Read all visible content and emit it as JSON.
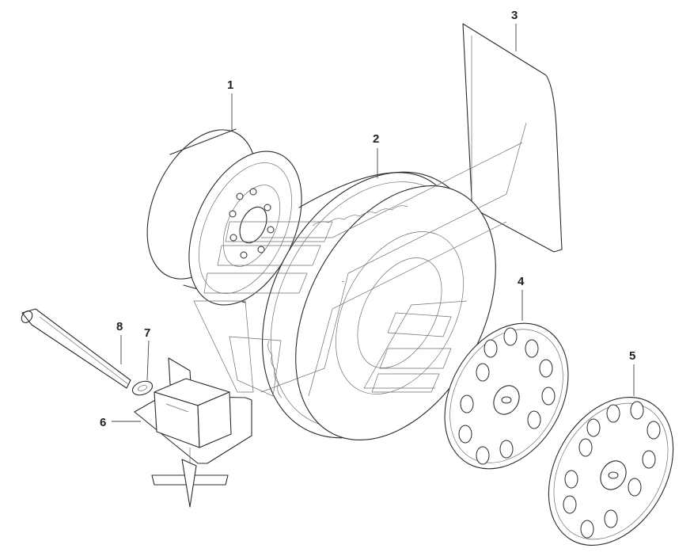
{
  "callouts": [
    {
      "id": "rim",
      "label": "1"
    },
    {
      "id": "tire",
      "label": "2"
    },
    {
      "id": "mudflap",
      "label": "3"
    },
    {
      "id": "wheel-cover-front",
      "label": "4"
    },
    {
      "id": "wheel-cover-rear",
      "label": "5"
    },
    {
      "id": "spare-carrier",
      "label": "6"
    },
    {
      "id": "washer",
      "label": "7"
    },
    {
      "id": "wrench-bar",
      "label": "8"
    }
  ]
}
